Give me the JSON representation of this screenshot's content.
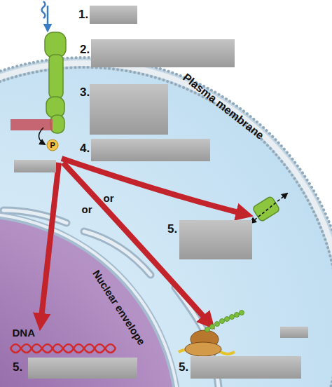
{
  "diagram": {
    "labels": [
      "1.",
      "2.",
      "3.",
      "P",
      "4.",
      "or",
      "or",
      "Plasma membrane",
      "5.",
      "Nuclear envelope",
      "DNA",
      "5.",
      "5."
    ]
  }
}
